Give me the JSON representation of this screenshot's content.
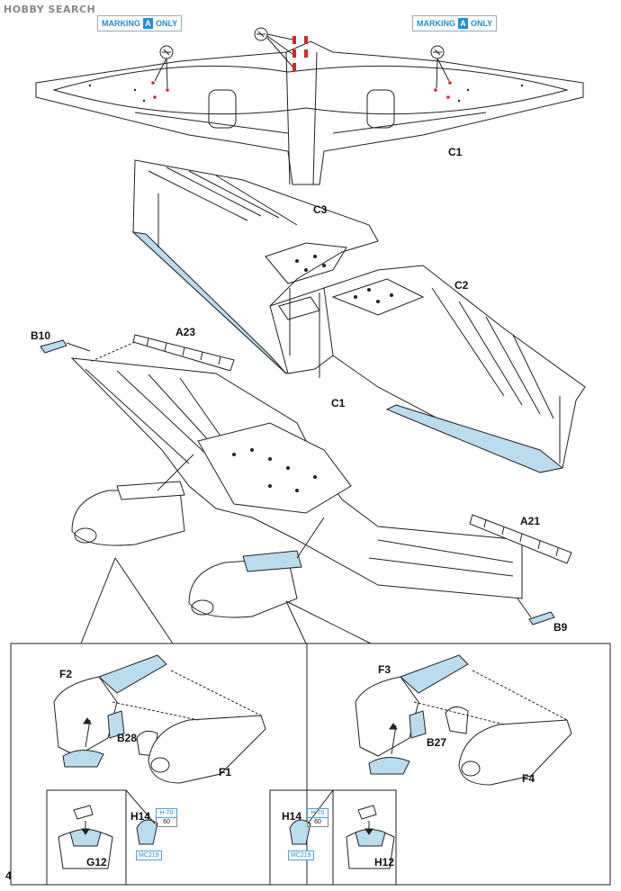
{
  "header": {
    "watermark": "HOBBY SEARCH"
  },
  "page_number": "4",
  "markings": {
    "left_prefix": "MARKING",
    "left_letter": "A",
    "left_suffix": "ONLY",
    "right_prefix": "MARKING",
    "right_letter": "A",
    "right_suffix": "ONLY"
  },
  "parts": {
    "c1_top": "C1",
    "c3": "C3",
    "c2": "C2",
    "c1_mid": "C1",
    "b10": "B10",
    "a23": "A23",
    "a21": "A21",
    "b9": "B9",
    "f2": "F2",
    "b28": "B28",
    "f1": "F1",
    "f3": "F3",
    "b27": "B27",
    "f4": "F4",
    "h14_left": "H14",
    "g12": "G12",
    "h14_right": "H14",
    "h12": "H12"
  },
  "paints": {
    "left_top": "H 70",
    "left_bottom": "60",
    "left_mc": "MC219",
    "right_top": "H 70",
    "right_bottom": "60",
    "right_mc": "MC219"
  },
  "colors": {
    "accent": "#1e8fd0",
    "part_blue": "#b9dcef",
    "glue_red": "#d0282a"
  }
}
